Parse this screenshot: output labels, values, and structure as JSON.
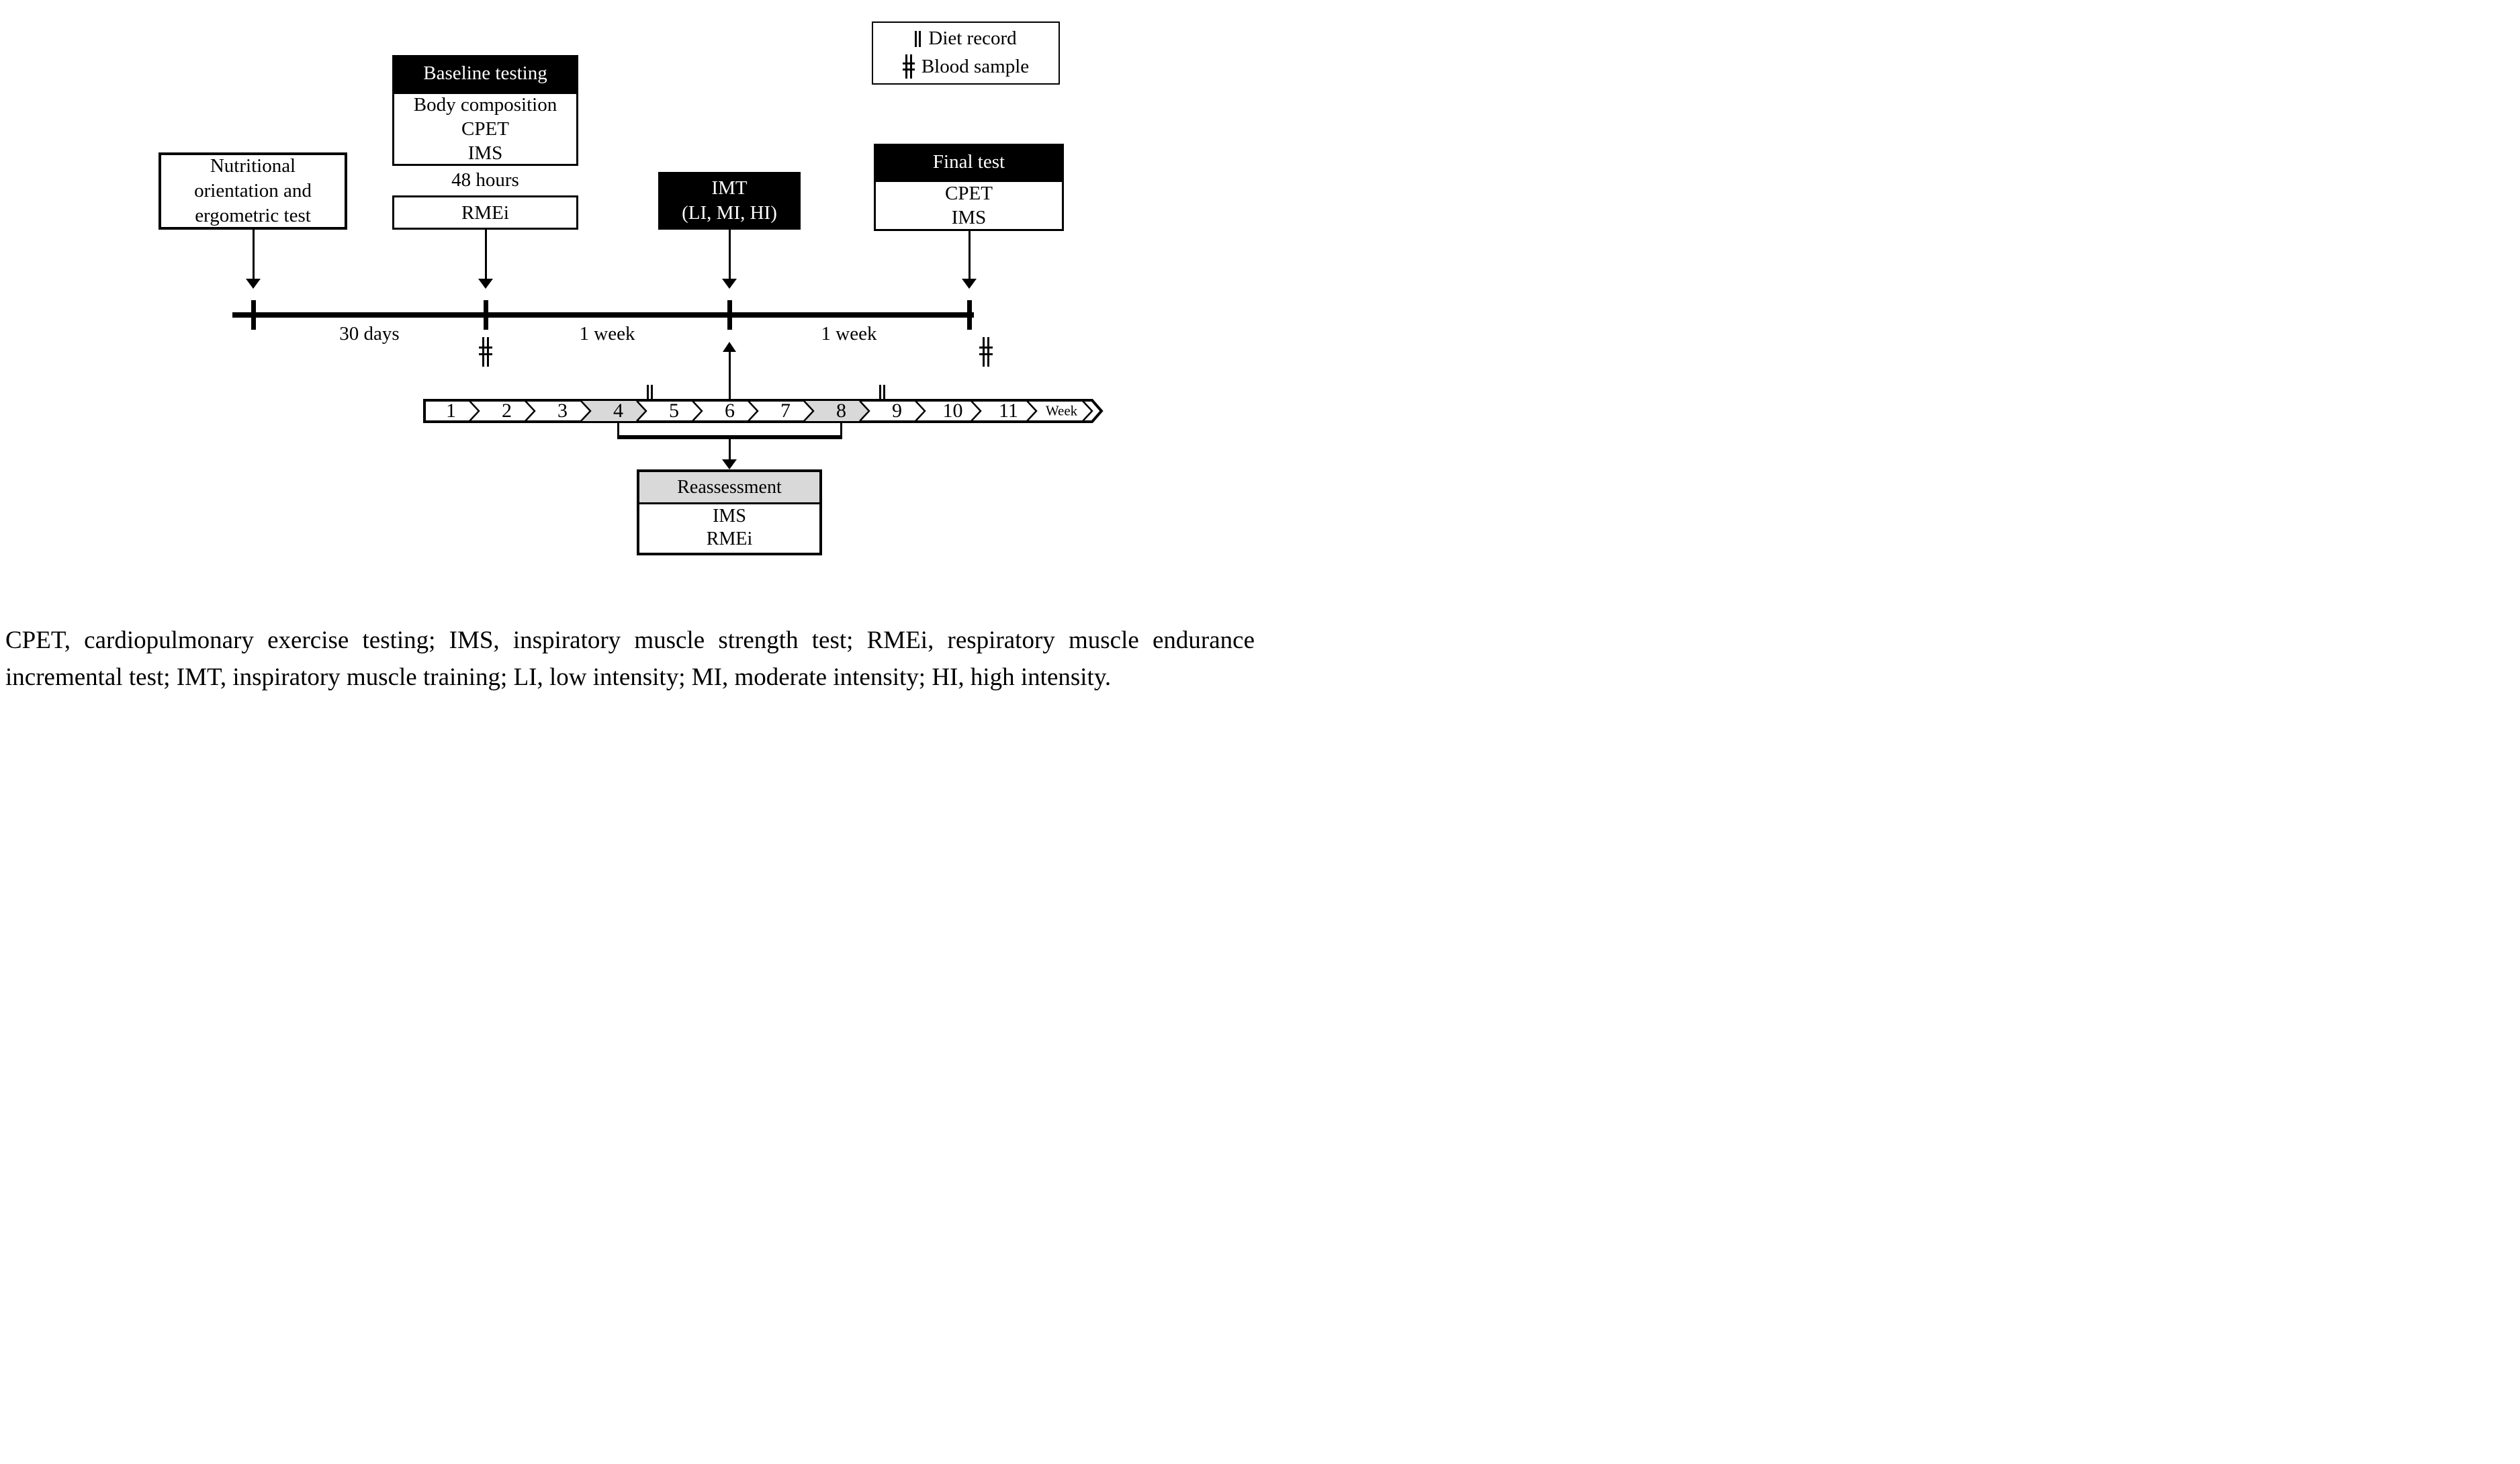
{
  "figure": {
    "legend": {
      "diet_label": "Diet record",
      "blood_label": "Blood sample"
    },
    "nutritional_box": {
      "line1": "Nutritional",
      "line2": "orientation and",
      "line3": "ergometric test"
    },
    "baseline_box": {
      "title": "Baseline testing",
      "line1": "Body composition",
      "line2": "CPET",
      "line3": "IMS"
    },
    "interval_label": "48 hours",
    "rmei_box": {
      "label": "RMEi"
    },
    "imt_box": {
      "line1": "IMT",
      "line2": "(LI, MI, HI)"
    },
    "final_box": {
      "title": "Final test",
      "line1": "CPET",
      "line2": "IMS"
    },
    "timeline": {
      "seg1": "30 days",
      "seg2": "1 week",
      "seg3": "1 week"
    },
    "week_strip": {
      "weeks": [
        "1",
        "2",
        "3",
        "4",
        "5",
        "6",
        "7",
        "8",
        "9",
        "10",
        "11"
      ],
      "unit_label": "Week",
      "highlighted_weeks": [
        "4",
        "8"
      ],
      "highlight_color": "#d9d9d9"
    },
    "reassessment_box": {
      "title": "Reassessment",
      "line1": "IMS",
      "line2": "RMEi"
    },
    "caption": "CPET, cardiopulmonary exercise testing; IMS, inspiratory muscle strength test; RMEi, respiratory muscle endurance incremental test; IMT, inspiratory muscle training; LI, low intensity; MI, moderate intensity; HI, high intensity."
  }
}
